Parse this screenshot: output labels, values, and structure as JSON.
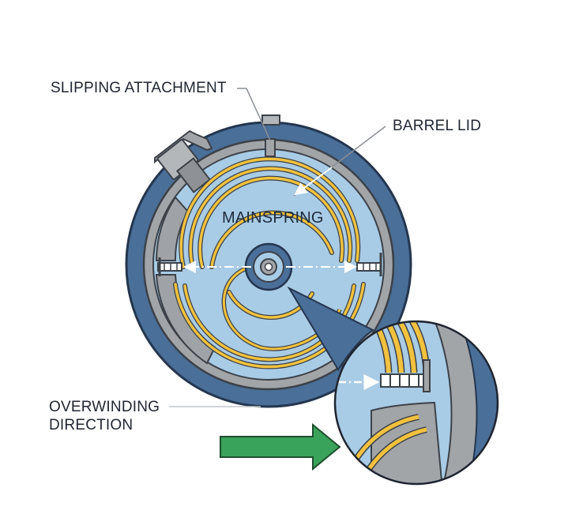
{
  "labels": {
    "slipping_attachment": "SLIPPING ATTACHMENT",
    "barrel_lid": "BARREL LID",
    "mainspring": "MAINSPRING",
    "overwinding_line1": "OVERWINDING",
    "overwinding_line2": "DIRECTION"
  },
  "colors": {
    "barrel_outer": "#4a6f98",
    "barrel_outer_stroke": "#24364f",
    "barrel_lid": "#a9cce6",
    "wall_gray": "#a2a5a8",
    "spring_gold": "#f2c23e",
    "arrow_green": "#3aa35b",
    "line": "#1f2530"
  }
}
